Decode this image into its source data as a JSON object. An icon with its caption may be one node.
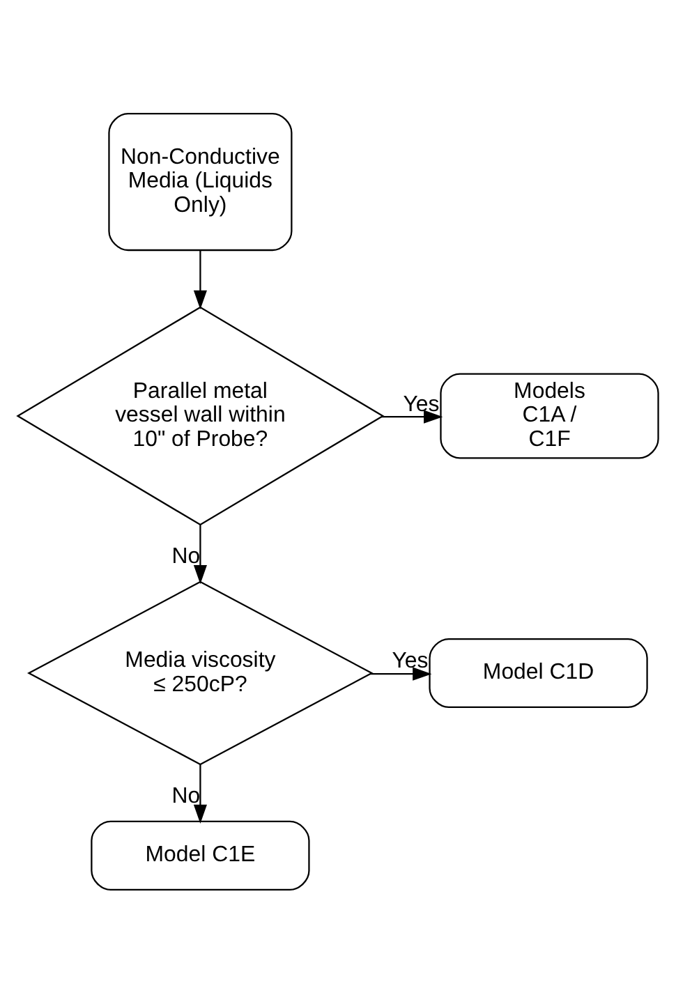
{
  "diagram": {
    "nodes": [
      {
        "text": [
          "Non-Conductive Media (Liquids Only)"
        ]
      },
      {
        "text": [
          "Parallel metal vessel wall within 10\" of Probe?"
        ]
      },
      {
        "text": [
          "Models C1A / C1F"
        ]
      },
      {
        "text": [
          "Media viscosity ≤ 250cP?"
        ]
      },
      {
        "text": [
          "Model C1D"
        ]
      },
      {
        "text": [
          "Model C1E"
        ]
      }
    ],
    "edges": [
      {
        "from": 0,
        "to": 1,
        "arrow": "to"
      },
      {
        "from": 1,
        "to": 2,
        "arrow": "to",
        "label": "Yes"
      },
      {
        "from": 1,
        "to": 3,
        "arrow": "to",
        "label": "No"
      },
      {
        "from": 3,
        "to": 4,
        "arrow": "to",
        "label": "Yes"
      },
      {
        "from": 3,
        "to": 5,
        "arrow": "to",
        "label": "No"
      }
    ]
  }
}
